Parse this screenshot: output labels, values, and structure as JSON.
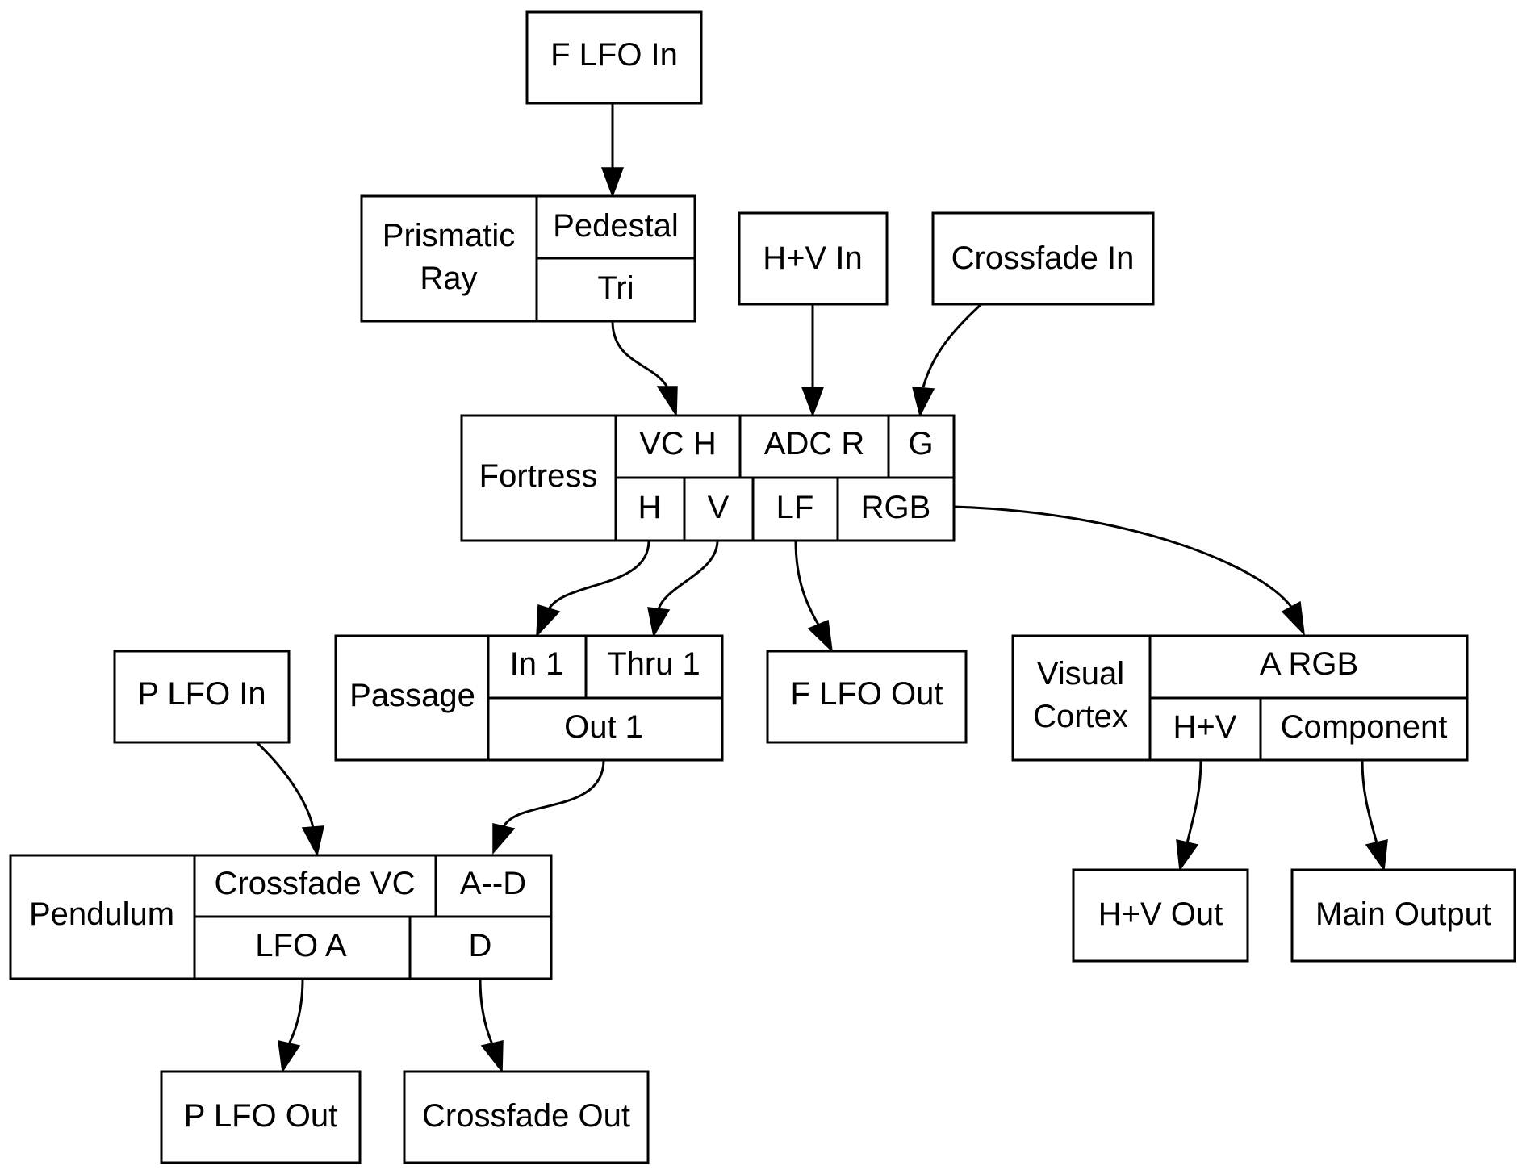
{
  "nodes": {
    "f_lfo_in": "F LFO In",
    "prismatic": {
      "name_line1": "Prismatic",
      "name_line2": "Ray",
      "pedestal": "Pedestal",
      "tri": "Tri"
    },
    "hv_in": "H+V In",
    "crossfade_in": "Crossfade In",
    "fortress": {
      "name": "Fortress",
      "vc_h": "VC H",
      "adc_r": "ADC R",
      "g": "G",
      "h": "H",
      "v": "V",
      "lf": "LF",
      "rgb": "RGB"
    },
    "p_lfo_in": "P LFO In",
    "passage": {
      "name": "Passage",
      "in1": "In 1",
      "thru1": "Thru 1",
      "out1": "Out 1"
    },
    "f_lfo_out": "F LFO Out",
    "visual_cortex": {
      "name_line1": "Visual",
      "name_line2": "Cortex",
      "a_rgb": "A RGB",
      "hv": "H+V",
      "component": "Component"
    },
    "pendulum": {
      "name": "Pendulum",
      "crossfade_vc": "Crossfade VC",
      "a_d": "A--D",
      "lfo_a": "LFO A",
      "d": "D"
    },
    "hv_out": "H+V Out",
    "main_output": "Main Output",
    "p_lfo_out": "P LFO Out",
    "crossfade_out": "Crossfade Out"
  },
  "edges": [
    {
      "from": "F LFO In",
      "to": "Prismatic Ray: Pedestal"
    },
    {
      "from": "Prismatic Ray: Tri",
      "to": "Fortress: VC H"
    },
    {
      "from": "H+V In",
      "to": "Fortress: ADC R"
    },
    {
      "from": "Crossfade In",
      "to": "Fortress: G"
    },
    {
      "from": "Fortress: H",
      "to": "Passage: In 1"
    },
    {
      "from": "Fortress: V",
      "to": "Passage: Thru 1"
    },
    {
      "from": "Fortress: LF",
      "to": "F LFO Out"
    },
    {
      "from": "Fortress: RGB",
      "to": "Visual Cortex: A RGB"
    },
    {
      "from": "P LFO In",
      "to": "Pendulum: Crossfade VC"
    },
    {
      "from": "Passage: Out 1",
      "to": "Pendulum: A--D"
    },
    {
      "from": "Visual Cortex: H+V",
      "to": "H+V Out"
    },
    {
      "from": "Visual Cortex: Component",
      "to": "Main Output"
    },
    {
      "from": "Pendulum: LFO A",
      "to": "P LFO Out"
    },
    {
      "from": "Pendulum: D",
      "to": "Crossfade Out"
    }
  ]
}
